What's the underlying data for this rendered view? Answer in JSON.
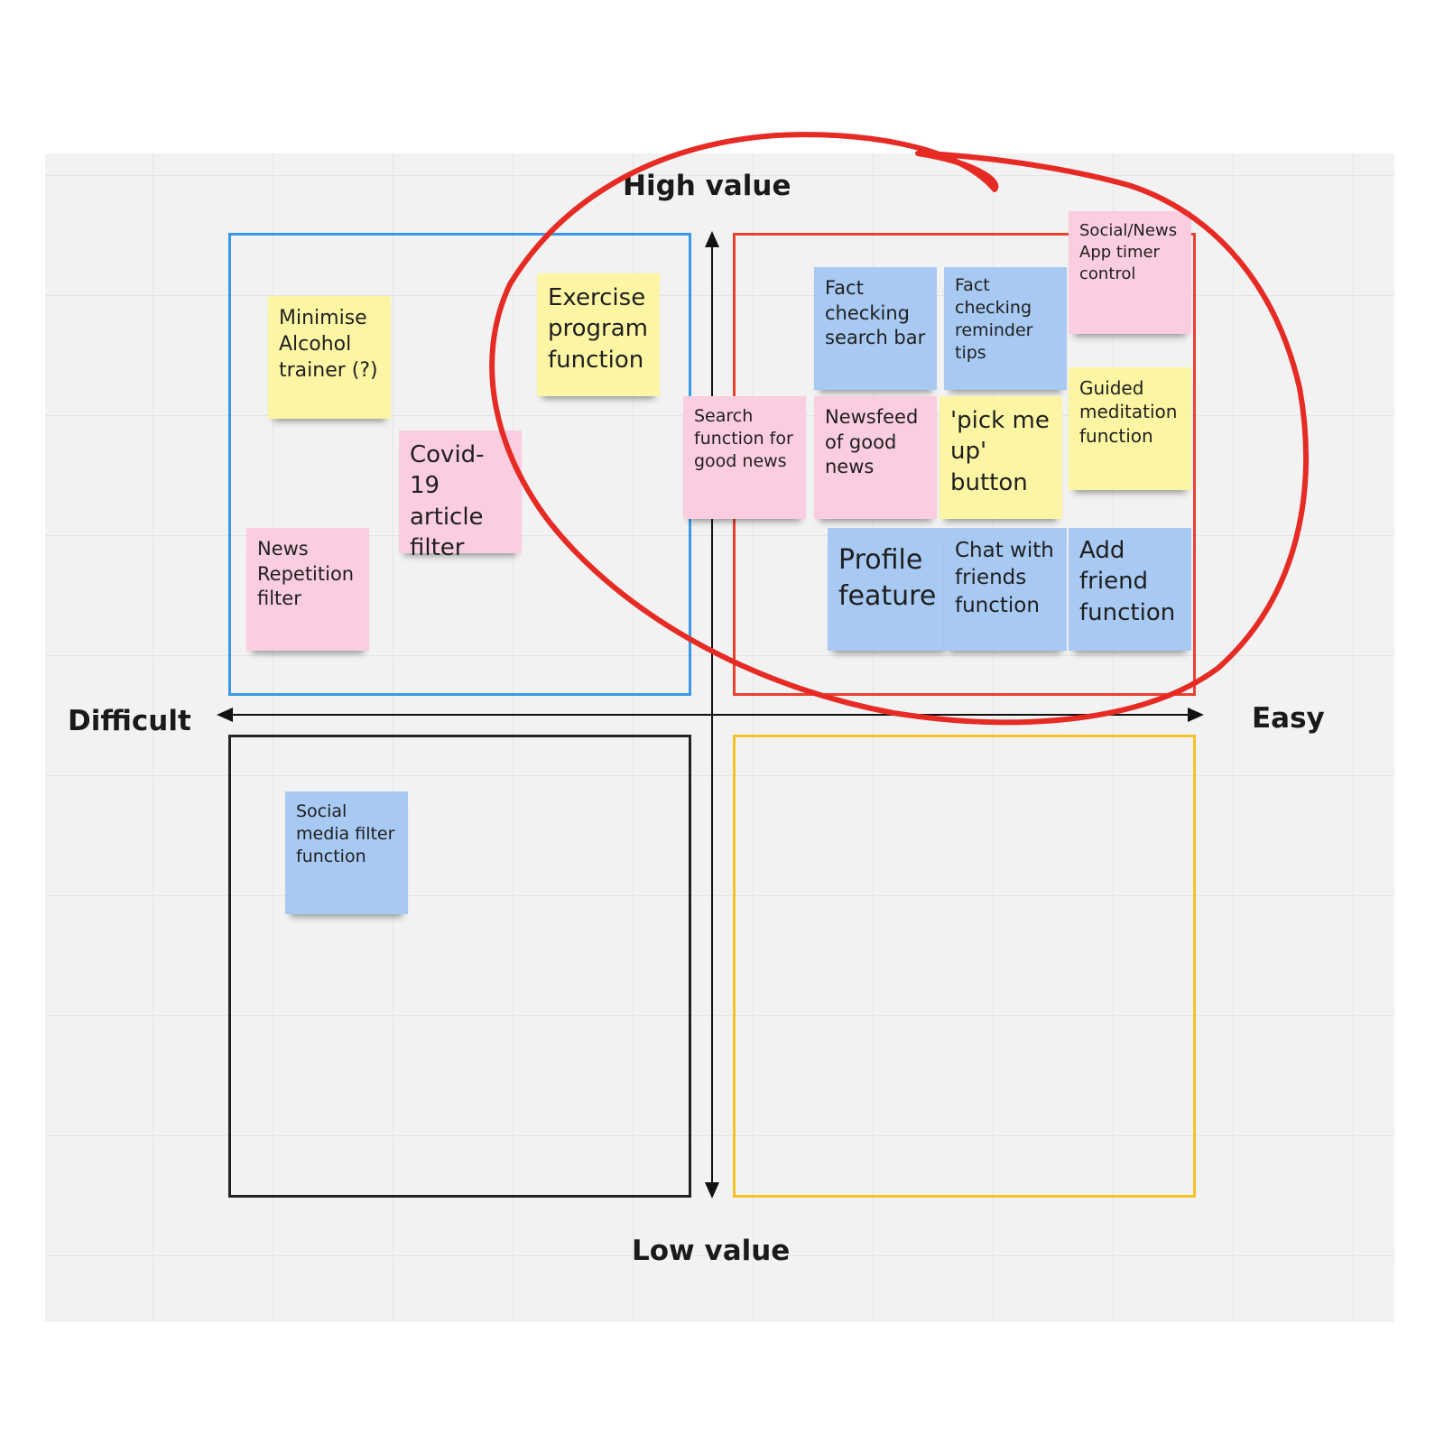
{
  "axes": {
    "top": "High value",
    "bottom": "Low value",
    "left": "Difficult",
    "right": "Easy"
  },
  "colors": {
    "yellow": "#fcf5a3",
    "pink": "#fbcde0",
    "blue": "#a7c9f2",
    "quadrant_top_left": "#3a99e6",
    "quadrant_top_right": "#e8412f",
    "quadrant_bottom_left": "#222222",
    "quadrant_bottom_right": "#f5c227",
    "circle": "#e52b24"
  },
  "notes": {
    "minimise_alcohol": "Minimise Alcohol trainer (?)",
    "covid_filter": "Covid-19 article filter",
    "news_repetition": "News Repetition filter",
    "exercise_program": "Exercise program function",
    "search_good_news": "Search function for good news",
    "fact_search": "Fact checking search bar",
    "fact_reminder": "Fact checking reminder tips",
    "app_timer": "Social/News App timer control",
    "newsfeed": "Newsfeed of good news",
    "pick_me_up": "'pick me up' button",
    "guided_meditation": "Guided meditation function",
    "profile": "Profile feature",
    "chat_friends": "Chat with friends function",
    "add_friend": "Add friend function",
    "social_filter": "Social media filter function"
  }
}
